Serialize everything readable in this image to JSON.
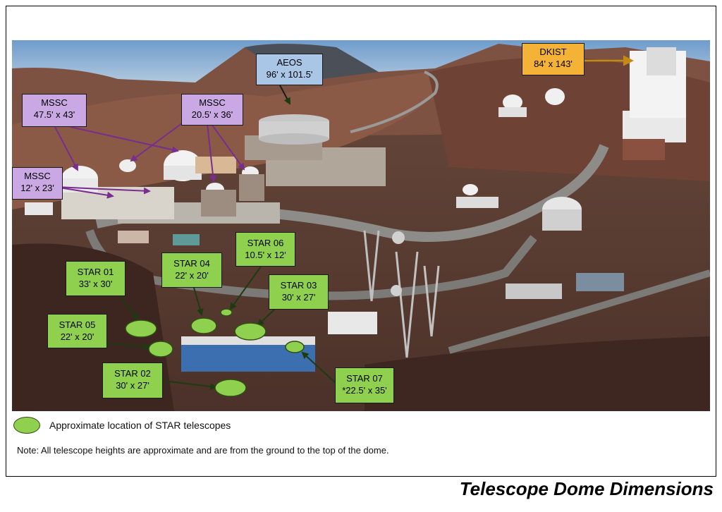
{
  "labels": {
    "mssc_1": {
      "name": "MSSC",
      "dims": "47.5' x 43'"
    },
    "mssc_2": {
      "name": "MSSC",
      "dims": "20.5' x 36'"
    },
    "mssc_3": {
      "name": "MSSC",
      "dims": "12' x 23'"
    },
    "aeos": {
      "name": "AEOS",
      "dims": "96' x 101.5'"
    },
    "dkist": {
      "name": "DKIST",
      "dims": "84' x 143'"
    },
    "star_01": {
      "name": "STAR 01",
      "dims": "33' x 30'"
    },
    "star_02": {
      "name": "STAR 02",
      "dims": "30' x 27'"
    },
    "star_03": {
      "name": "STAR 03",
      "dims": "30' x 27'"
    },
    "star_04": {
      "name": "STAR 04",
      "dims": "22' x 20'"
    },
    "star_05": {
      "name": "STAR 05",
      "dims": "22' x 20'"
    },
    "star_06": {
      "name": "STAR 06",
      "dims": "10.5' x 12'"
    },
    "star_07": {
      "name": "STAR 07",
      "dims": "*22.5' x 35'"
    }
  },
  "legend": {
    "text": "Approximate location of STAR telescopes"
  },
  "note": "Note: All telescope heights are approximate and are from the ground to the top of the dome.",
  "title": "Telescope Dome Dimensions",
  "colors": {
    "star_fill": "#8fd04f",
    "mssc_fill": "#c9a8e4",
    "aeos_fill": "#a9c6e6",
    "dkist_fill": "#f4b236",
    "arrow_purple": "#7a2c8f",
    "arrow_dark": "#1e3a10"
  }
}
